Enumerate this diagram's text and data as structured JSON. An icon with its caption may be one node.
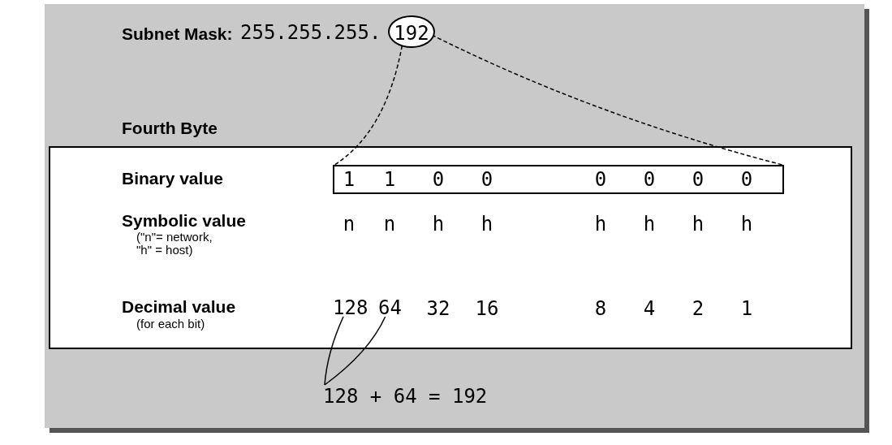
{
  "diagram": {
    "nodes": [
      {
        "text": [
          "192"
        ]
      },
      {
        "text": [],
        "shape": "box"
      },
      {
        "text": [
          "1",
          "1",
          "0",
          "0",
          "0",
          "0",
          "0",
          "0"
        ],
        "in": 1
      },
      {
        "text": [
          "128"
        ],
        "in": 1
      },
      {
        "text": [
          "64"
        ],
        "in": 1
      },
      {
        "text": [
          "128 + 64 = 192"
        ]
      }
    ],
    "edges": [
      {
        "from": 0,
        "to": 2,
        "arrow": "none",
        "style": "dashed"
      },
      {
        "from": 0,
        "to": 2,
        "arrow": "none",
        "style": "dashed"
      },
      {
        "from": 3,
        "to": 5,
        "arrow": "none"
      },
      {
        "from": 4,
        "to": 5,
        "arrow": "none"
      }
    ],
    "labels": [
      "Subnet Mask:",
      "255.255.255.",
      "Fourth Byte",
      "Binary value",
      "Symbolic value",
      "n",
      "n",
      "h",
      "h",
      "h",
      "h",
      "h",
      "h",
      "(\"n\"= network, \"h\" = host)",
      "Decimal value",
      "32",
      "16",
      "8",
      "4",
      "2",
      "1",
      "(for each bit)"
    ]
  }
}
